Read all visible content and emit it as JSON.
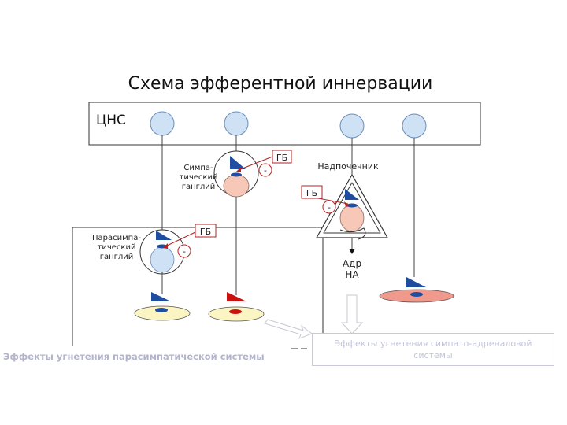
{
  "title": "Схема эфферентной иннервации",
  "cns_label": "ЦНС",
  "symp_ganglion_label": [
    "Симпа-",
    "тический",
    "ганглий"
  ],
  "parasymp_ganglion_label": [
    "Парасимпа-",
    "тический",
    "ганглий"
  ],
  "adrenal_label": "Надпочечник",
  "gb_label": "ГБ",
  "minus_sign": "-",
  "adr_label": "Адр",
  "na_label": "НА",
  "parasymp_effects": "Эффекты угнетения парасимпатической системы",
  "symp_effects": "Эффекты угнетения симпато-адреналовой системы",
  "colors": {
    "neuron_body": "#cfe2f5",
    "ganglion_cell": "#f7c8b8",
    "terminal": "#1f4ea1",
    "blocked_terminal": "#cc1111",
    "gb_red": "#b22222",
    "effector_yellow": "#fbf5c4",
    "effector_salmon": "#f09a8e",
    "arrow_gray": "#c8c8d2"
  }
}
